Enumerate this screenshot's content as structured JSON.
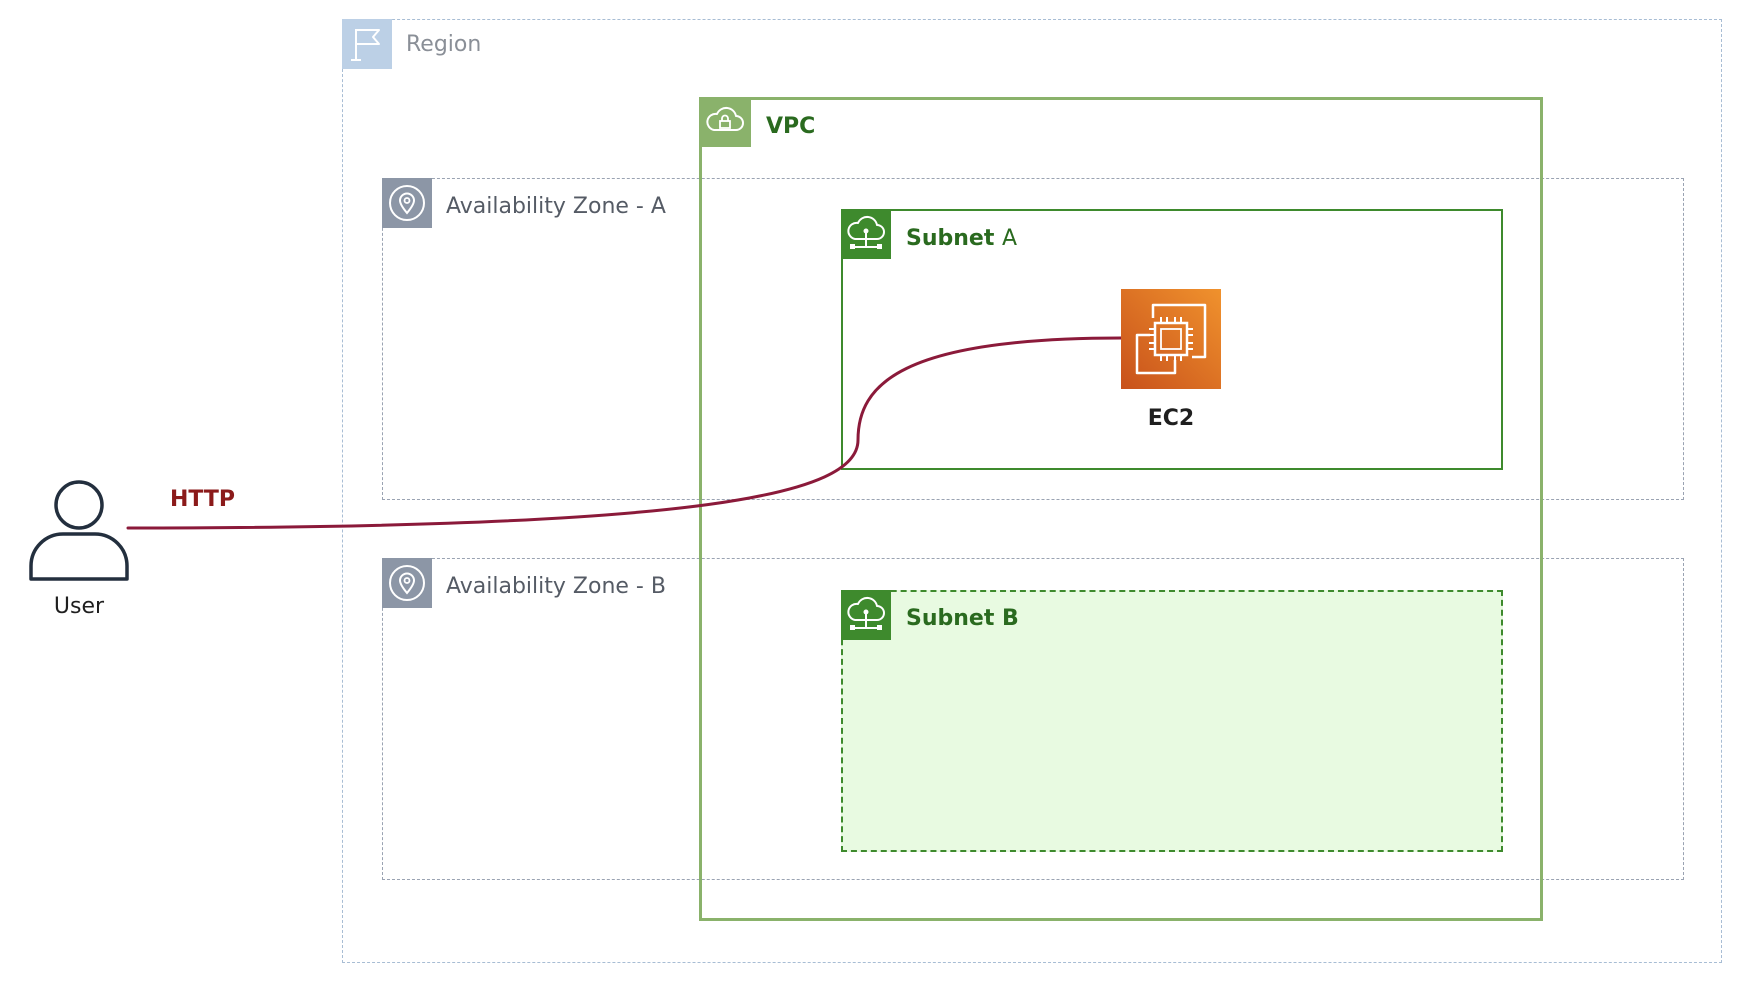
{
  "region": {
    "label": "Region",
    "icon": "flag-icon"
  },
  "vpc": {
    "label": "VPC",
    "icon": "cloud-lock-icon"
  },
  "availability_zones": [
    {
      "label": "Availability Zone - A",
      "icon": "location-pin-icon"
    },
    {
      "label": "Availability Zone - B",
      "icon": "location-pin-icon"
    }
  ],
  "subnets": [
    {
      "label_main": "Subnet",
      "label_suffix": "A",
      "icon": "cloud-network-icon"
    },
    {
      "label_main": "Subnet",
      "label_suffix": "B",
      "icon": "cloud-network-icon"
    }
  ],
  "ec2": {
    "label": "EC2",
    "icon": "ec2-chip-icon"
  },
  "user": {
    "label": "User",
    "icon": "user-icon"
  },
  "connection": {
    "label": "HTTP",
    "from": "User",
    "to": "EC2"
  },
  "colors": {
    "region_border": "#a8bdd4",
    "az_border": "#9aa3b2",
    "vpc_border": "#8ab26b",
    "subnet_border": "#3e8a2d",
    "subnet_b_fill": "#e8fae1",
    "connection": "#8b1a3a",
    "http_label": "#8b1a1a",
    "ec2_orange": "#e8772a"
  }
}
